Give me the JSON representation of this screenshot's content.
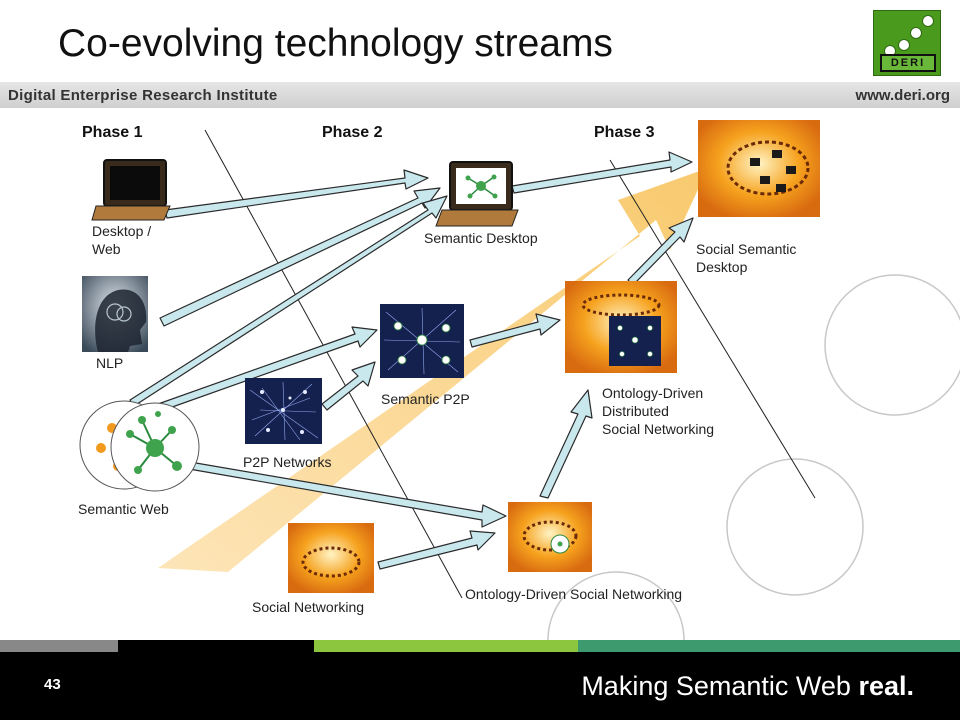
{
  "slide": {
    "title": "Co-evolving technology streams",
    "institute": "Digital Enterprise Research Institute",
    "url": "www.deri.org",
    "logo_text": "DERI",
    "number": "43",
    "tagline_main": "Making Semantic Web",
    "tagline_bold": "real."
  },
  "phases": [
    "Phase 1",
    "Phase 2",
    "Phase 3"
  ],
  "nodes": {
    "desktop_web": "Desktop /\nWeb",
    "nlp": "NLP",
    "semantic_web": "Semantic Web",
    "semantic_desktop": "Semantic Desktop",
    "p2p_networks": "P2P Networks",
    "semantic_p2p": "Semantic P2P",
    "social_networking": "Social Networking",
    "ontology_social": "Ontology-Driven Social Networking",
    "ontology_distributed": "Ontology-Driven\nDistributed\nSocial Networking",
    "social_semantic_desktop": "Social Semantic\nDesktop"
  },
  "colors": {
    "arrow_fill": "#c9e8ee",
    "arrow_stroke": "#2a2a2a",
    "big_arrow": "#fbd38a",
    "orange_image": "#f09020",
    "network_bg": "#14204e",
    "green_node": "#3fa34d",
    "footer_gray": "#888888",
    "footer_green": "#8cc63f",
    "footer_teal": "#3d9a6e"
  }
}
